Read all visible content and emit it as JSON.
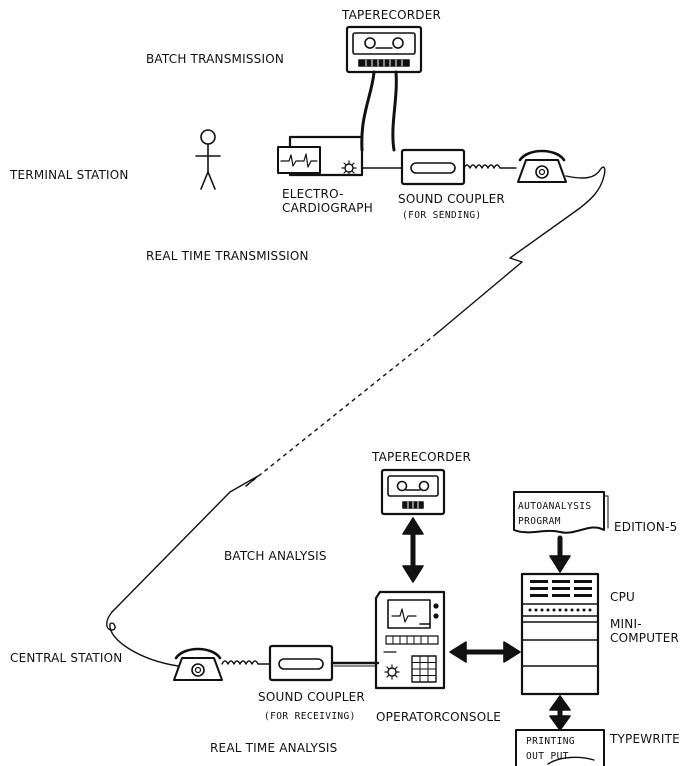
{
  "labels": {
    "taperecorder_top": "TAPERECORDER",
    "batch_transmission": "BATCH TRANSMISSION",
    "terminal_station": "TERMINAL STATION",
    "electrocardiograph": "ELECTRO-\nCARDIOGRAPH",
    "sound_coupler_send": "SOUND COUPLER",
    "for_sending": "(FOR SENDING)",
    "real_time_transmission": "REAL TIME TRANSMISSION",
    "taperecorder_bottom": "TAPERECORDER",
    "batch_analysis": "BATCH ANALYSIS",
    "autoanalysis_program": "AUTOANALYSIS\nPROGRAM",
    "edition": "EDITION-5",
    "cpu": "CPU",
    "minicomputer": "MINI-\nCOMPUTER",
    "central_station": "CENTRAL STATION",
    "sound_coupler_receive": "SOUND COUPLER",
    "for_receiving": "(FOR RECEIVING)",
    "operator_console": "OPERATORCONSOLE",
    "printing_output": "PRINTING\nOUT PUT",
    "typewriter": "TYPEWRITER",
    "real_time_analysis": "REAL TIME ANALYSIS"
  },
  "icons": [
    "person-icon",
    "telephone-icon",
    "tape-recorder-icon",
    "electrocardiograph-icon",
    "sound-coupler-icon",
    "operator-console-icon",
    "minicomputer-icon",
    "document-icon"
  ],
  "colors": {
    "ink": "#111111",
    "background": "#ffffff"
  }
}
